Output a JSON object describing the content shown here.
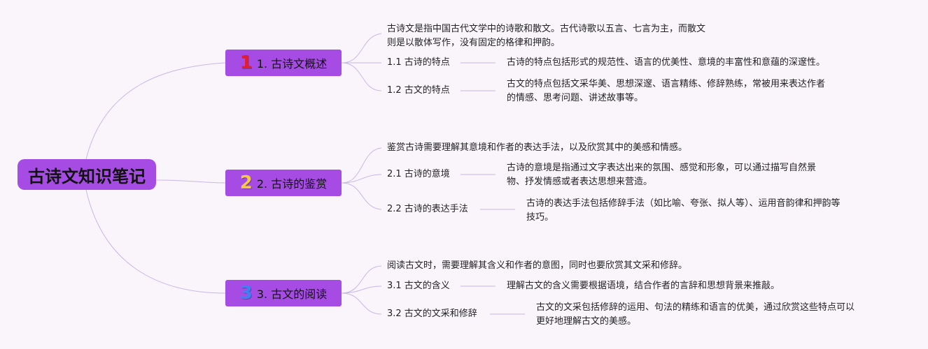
{
  "root": {
    "title": "古诗文知识笔记"
  },
  "branches": [
    {
      "num": "1",
      "num_color": "#e11d2e",
      "title": "1. 古诗文概述",
      "summary": "古诗文是指中国古代文学中的诗歌和散文。古代诗歌以五言、七言为主，而散文\n则是以散体写作，没有固定的格律和押韵。",
      "children": [
        {
          "label": "1.1 古诗的特点",
          "desc": "古诗的特点包括形式的规范性、语言的优美性、意境的丰富性和意蕴的深邃性。"
        },
        {
          "label": "1.2 古文的特点",
          "desc": "古文的特点包括文采华美、思想深邃、语言精练、修辞熟练，常被用来表达作者\n的情感、思考问题、讲述故事等。"
        }
      ]
    },
    {
      "num": "2",
      "num_color": "#f5c842",
      "title": "2. 古诗的鉴赏",
      "summary": "鉴赏古诗需要理解其意境和作者的表达手法，以及欣赏其中的美感和情感。",
      "children": [
        {
          "label": "2.1 古诗的意境",
          "desc": "古诗的意境是指通过文字表达出来的氛围、感觉和形象，可以通过描写自然景\n物、抒发情感或者表达思想来营造。"
        },
        {
          "label": "2.2 古诗的表达手法",
          "desc": "古诗的表达手法包括修辞手法（如比喻、夸张、拟人等）、运用音韵律和押韵等\n技巧。"
        }
      ]
    },
    {
      "num": "3",
      "num_color": "#3b82f6",
      "title": "3. 古文的阅读",
      "summary": "阅读古文时，需要理解其含义和作者的意图，同时也要欣赏其文采和修辞。",
      "children": [
        {
          "label": "3.1 古文的含义",
          "desc": "理解古文的含义需要根据语境，结合作者的言辞和思想背景来推敲。"
        },
        {
          "label": "3.2 古文的文采和修辞",
          "desc": "古文的文采包括修辞的运用、句法的精练和语言的优美，通过欣赏这些特点可以\n更好地理解古文的美感。"
        }
      ]
    }
  ],
  "colors": {
    "node": "#a64ce4",
    "line": "#c9b8e6",
    "background": "#f9f5fb"
  }
}
